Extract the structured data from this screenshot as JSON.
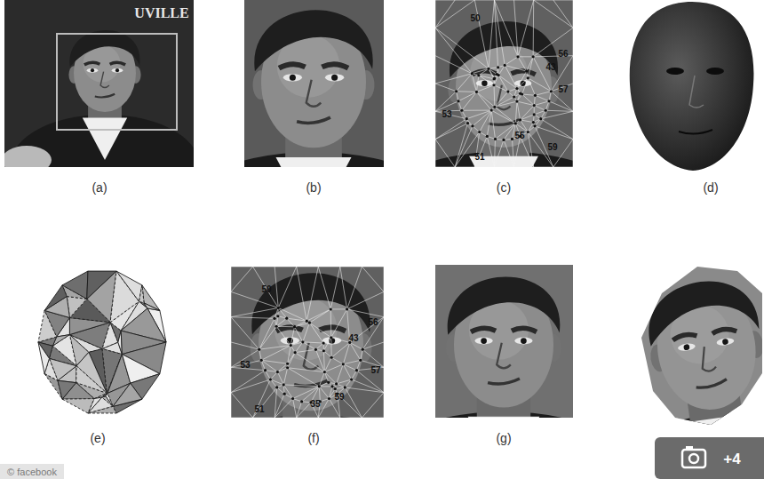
{
  "diagram": {
    "labels": [
      "UVILLE",
      "(a)",
      "(b)",
      "50",
      "43",
      "59",
      "55",
      "51",
      "53",
      "57",
      "56",
      "(c)",
      "(d)",
      "(e)",
      "50",
      "43",
      "56",
      "57",
      "53",
      "35",
      "51",
      "59",
      "(f)",
      "(g)",
      "+4",
      "© facebook"
    ]
  }
}
